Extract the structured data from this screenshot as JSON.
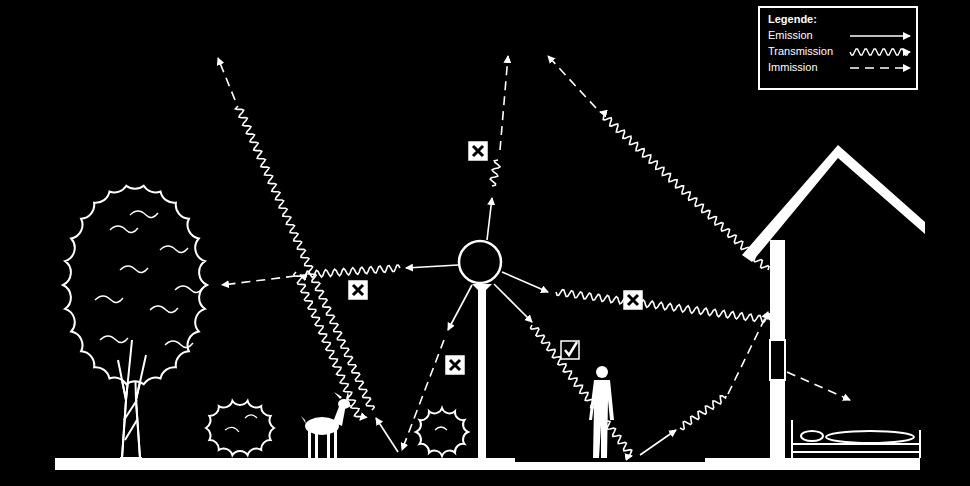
{
  "diagram": {
    "labels": [
      "Legende:"
    ],
    "legend": [
      {
        "text": "Emission"
      },
      {
        "text": "Transmission"
      },
      {
        "text": "Immission"
      }
    ]
  }
}
